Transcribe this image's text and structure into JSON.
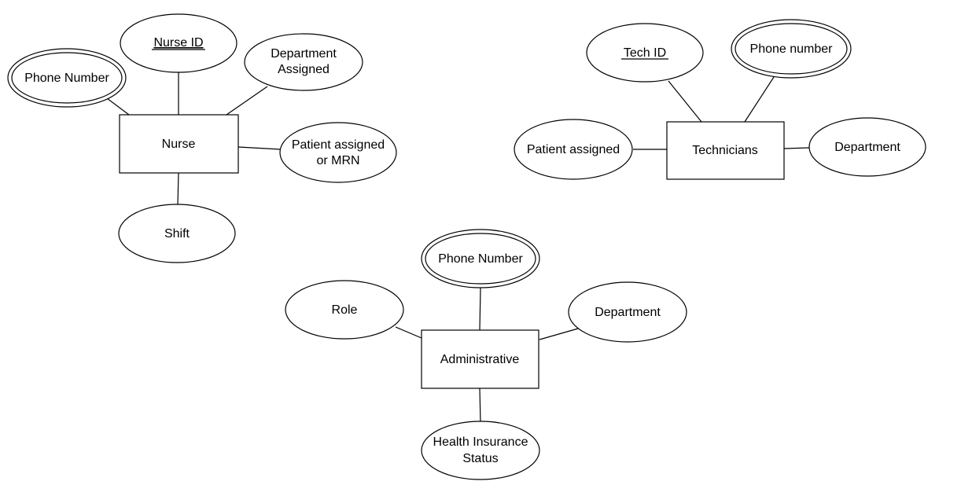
{
  "nurse": {
    "entity": "Nurse",
    "phone": "Phone Number",
    "id": "Nurse ID",
    "dept_1": "Department",
    "dept_2": "Assigned",
    "patient_1": "Patient assigned",
    "patient_2": "or MRN",
    "shift": "Shift"
  },
  "tech": {
    "entity": "Technicians",
    "id": "Tech ID",
    "phone": "Phone number",
    "patient": "Patient assigned",
    "dept": "Department"
  },
  "admin": {
    "entity": "Administrative",
    "phone": "Phone Number",
    "role": "Role",
    "dept": "Department",
    "insurance_1": "Health Insurance",
    "insurance_2": "Status"
  }
}
